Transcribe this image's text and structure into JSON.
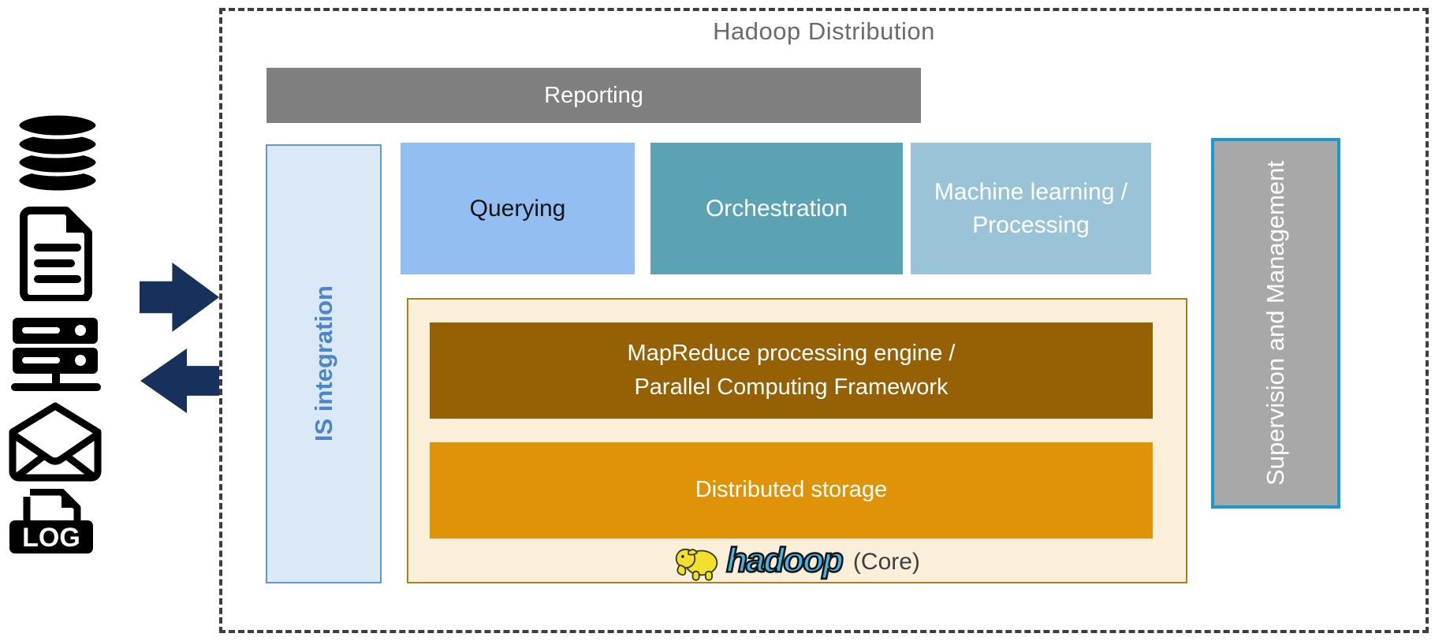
{
  "title": "Hadoop Distribution",
  "left_sources": {
    "description": "data source icons feeding the platform",
    "log_label": "LOG"
  },
  "reporting": {
    "label": "Reporting"
  },
  "is_integration": {
    "label": "IS integration"
  },
  "services": {
    "querying": {
      "label": "Querying"
    },
    "orchestration": {
      "label": "Orchestration"
    },
    "machine_learning": {
      "line1": "Machine learning /",
      "line2": "Processing"
    }
  },
  "core": {
    "mapreduce": {
      "line1": "MapReduce processing engine /",
      "line2": "Parallel Computing Framework"
    },
    "distributed_storage": {
      "label": "Distributed storage"
    },
    "brand": {
      "logo_text": "hadoop",
      "suffix": "(Core)"
    }
  },
  "supervision": {
    "label": "Supervision and Management"
  },
  "colors": {
    "arrow_navy": "#16325c",
    "frame_dash_gray": "#3d3d3d",
    "title_gray": "#6b6b6b",
    "reporting_gray": "#7f7f7f",
    "is_integration_fill": "#dbe9f6",
    "is_integration_border": "#5b9bd5",
    "is_integration_text": "#4a86c8",
    "querying_blue": "#92bef2",
    "orchestration_teal": "#5ba3b4",
    "machine_learning_blue": "#99c4d8",
    "core_cream": "#fcefd9",
    "core_border": "#a9801c",
    "mapreduce_brown": "#966004",
    "storage_orange": "#df9407",
    "supervision_gray": "#a8a8a8",
    "supervision_border_blue": "#1899d6",
    "hadoop_logo_blue": "#45b4e6",
    "hadoop_elephant_yellow": "#f2df2e"
  }
}
